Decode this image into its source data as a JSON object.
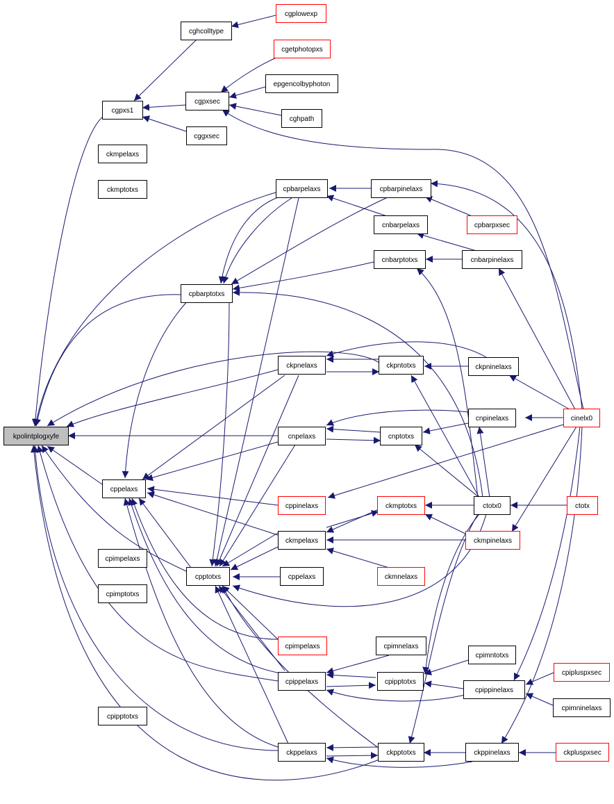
{
  "colors": {
    "edge": "#191970",
    "border": "#000000",
    "external_border": "#ff0000",
    "root_fill": "#bfbfbf"
  },
  "nodes": {
    "kpolintplogxyfe": "kpolintplogxyfe",
    "cghcolltype": "cghcolltype",
    "cgplowexp": "cgplowexp",
    "cgetphotopxs": "cgetphotopxs",
    "cgpxsec": "cgpxsec",
    "epgencolbyphoton": "epgencolbyphoton",
    "cghpath": "cghpath",
    "cgpxs1": "cgpxs1",
    "cggxsec": "cggxsec",
    "ckmpelaxs": "ckmpelaxs",
    "ckmptotxs": "ckmptotxs",
    "cpbarpelaxs": "cpbarpelaxs",
    "cpbarpinelaxs": "cpbarpinelaxs",
    "cnbarpelaxs": "cnbarpelaxs",
    "cpbarpxsec": "cpbarpxsec",
    "cnbarptotxs": "cnbarptotxs",
    "cnbarpinelaxs": "cnbarpinelaxs",
    "cpbarptotxs": "cpbarptotxs",
    "ckpnelaxs": "ckpnelaxs",
    "ckpntotxs": "ckpntotxs",
    "ckpninelaxs": "ckpninelaxs",
    "cnpelaxs": "cnpelaxs",
    "cnptotxs": "cnptotxs",
    "cnpinelaxs": "cnpinelaxs",
    "cinelx0": "cinelx0",
    "cppelaxs": "cppelaxs",
    "cppinelaxs": "cppinelaxs",
    "ckmptotxs2": "ckmptotxs",
    "ctotx0": "ctotx0",
    "ctotx": "ctotx",
    "ckmpelaxs2": "ckmpelaxs",
    "ckmpinelaxs": "ckmpinelaxs",
    "cpimpelaxs": "cpimpelaxs",
    "cpimptotxs": "cpimptotxs",
    "cpptotxs": "cpptotxs",
    "cppelaxs2": "cppelaxs",
    "ckmnelaxs": "ckmnelaxs",
    "cpimpelaxs2": "cpimpelaxs",
    "cpimnelaxs": "cpimnelaxs",
    "cpimntotxs": "cpimntotxs",
    "cpippelaxs": "cpippelaxs",
    "cpipptotxs": "cpipptotxs",
    "cpippinelaxs": "cpippinelaxs",
    "cpipluspxsec": "cpipluspxsec",
    "cpimninelaxs": "cpimninelaxs",
    "cpipptotxs2": "cpipptotxs",
    "ckppelaxs": "ckppelaxs",
    "ckpptotxs": "ckpptotxs",
    "ckppinelaxs": "ckppinelaxs",
    "ckpluspxsec": "ckpluspxsec"
  }
}
